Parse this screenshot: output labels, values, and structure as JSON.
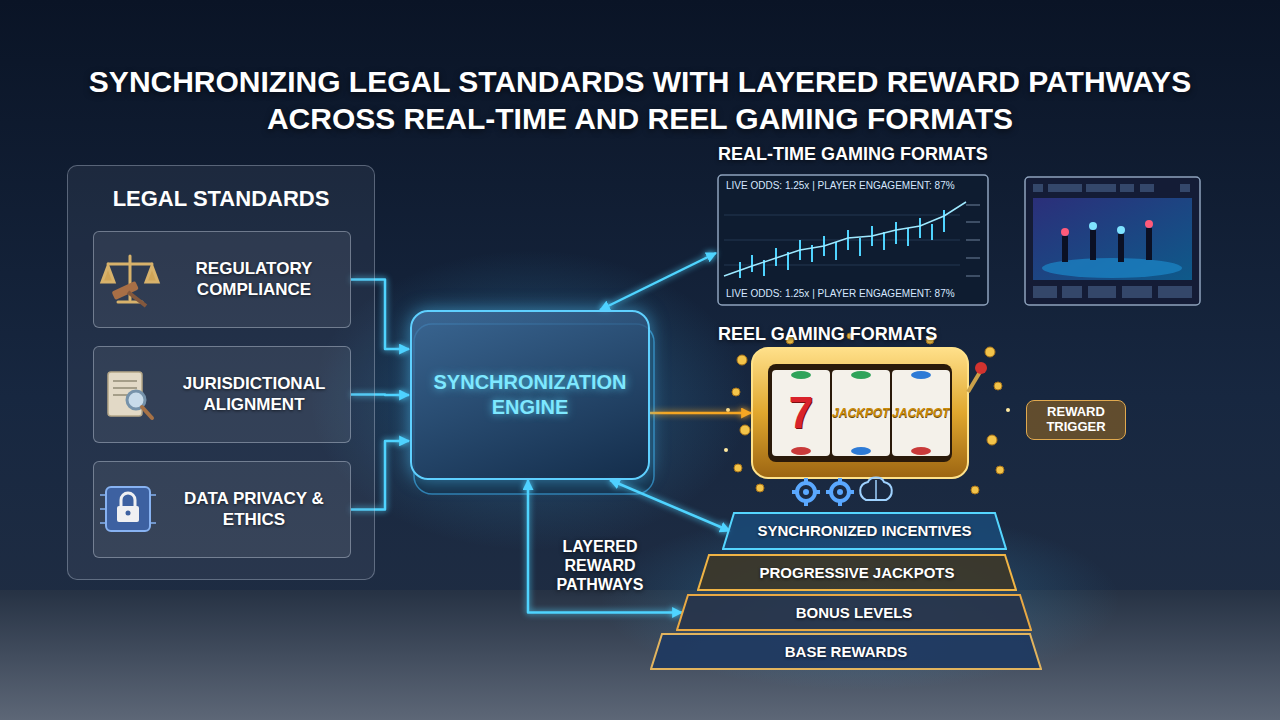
{
  "diagram": {
    "title": "SYNCHRONIZING LEGAL STANDARDS WITH LAYERED REWARD PATHWAYS ACROSS REAL-TIME AND REEL GAMING FORMATS",
    "nodes": [
      {
        "text": [
          "LEGAL STANDARDS"
        ]
      },
      {
        "text": [
          "REGULATORY COMPLIANCE"
        ],
        "in": 0
      },
      {
        "text": [
          "JURISDICTIONAL ALIGNMENT"
        ],
        "in": 0
      },
      {
        "text": [
          "DATA PRIVACY & ETHICS"
        ],
        "in": 0
      },
      {
        "text": [
          "SYNCHRONIZATION ENGINE"
        ]
      },
      {
        "text": [
          "LIVE ODDS: 1.25x | PLAYER ENGAGEMENT: 87%",
          "LIVE ODDS: 1.25x | PLAYER ENGAGEMENT: 87%"
        ]
      },
      {
        "text": [
          "7",
          "JACKPOT",
          "JACKPOT"
        ]
      },
      {
        "text": [
          "REWARD TRIGGER"
        ]
      },
      {
        "text": [
          "SYNCHRONIZED INCENTIVES"
        ]
      },
      {
        "text": [
          "PROGRESSIVE JACKPOTS"
        ]
      },
      {
        "text": [
          "BONUS LEVELS"
        ]
      },
      {
        "text": [
          "BASE REWARDS"
        ]
      }
    ],
    "edges": [
      {
        "from": 1,
        "to": 4,
        "arrow": "to"
      },
      {
        "from": 2,
        "to": 4,
        "arrow": "to"
      },
      {
        "from": 3,
        "to": 4,
        "arrow": "to"
      },
      {
        "from": 4,
        "to": 5,
        "arrow": "both"
      },
      {
        "from": 4,
        "to": 6,
        "arrow": "to"
      },
      {
        "from": 4,
        "to": 8,
        "arrow": "both"
      },
      {
        "from": 4,
        "to": 10,
        "arrow": "both",
        "label": "LAYERED REWARD PATHWAYS"
      }
    ],
    "labels": [
      "REAL-TIME GAMING FORMATS",
      "REEL GAMING FORMATS"
    ]
  }
}
